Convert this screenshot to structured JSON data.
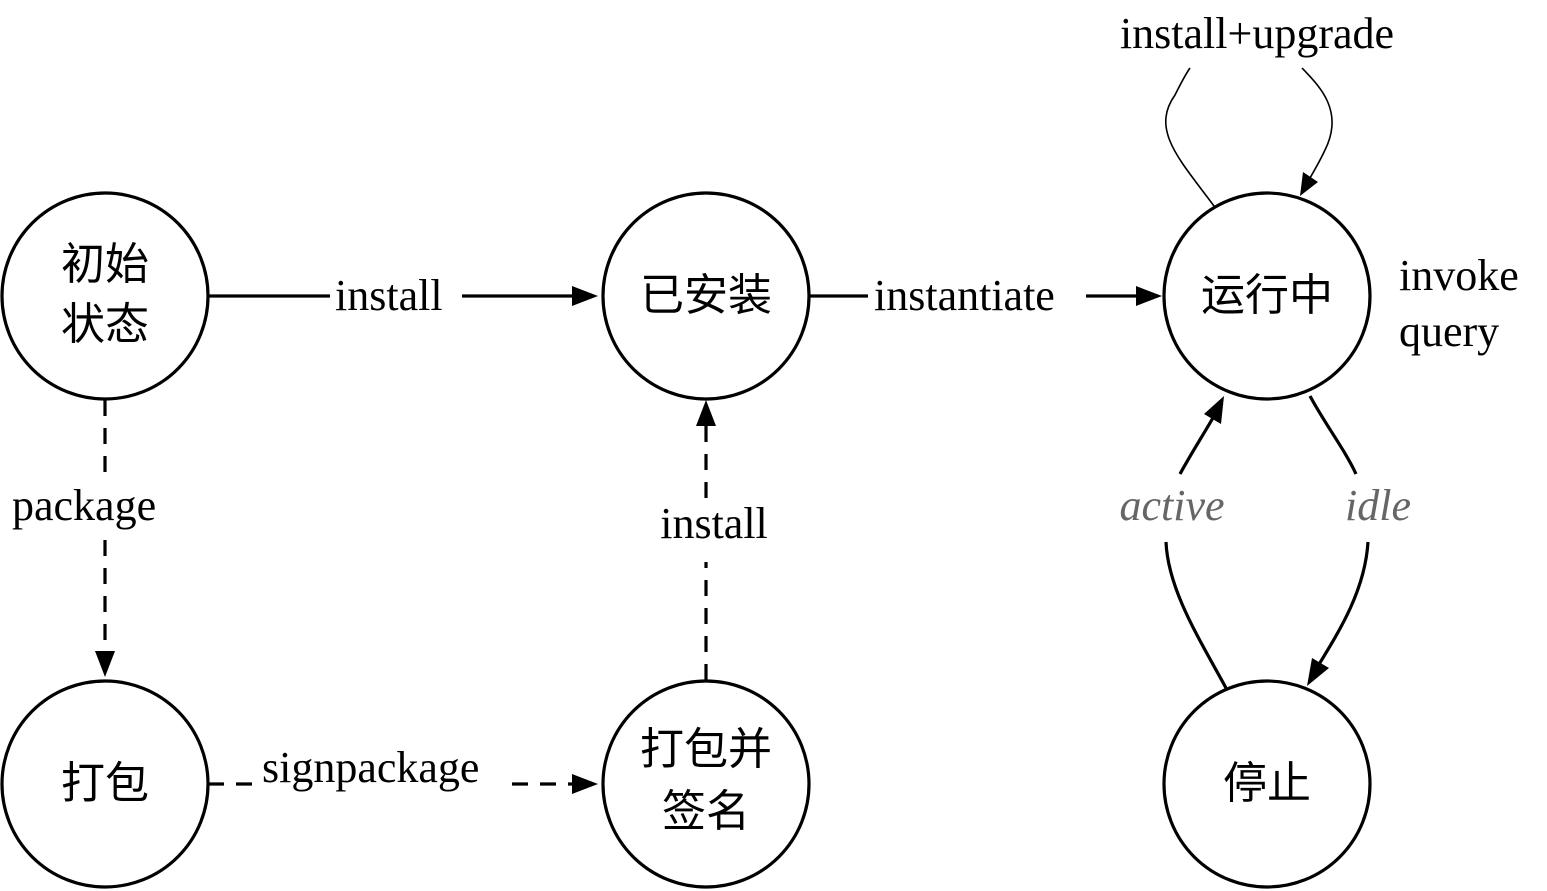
{
  "colors": {
    "line": "#000000",
    "background": "#ffffff",
    "muted_label": "#666666"
  },
  "nodes": {
    "initial": {
      "line1": "初始",
      "line2": "状态"
    },
    "installed": {
      "label": "已安装"
    },
    "running": {
      "label": "运行中"
    },
    "packaged": {
      "label": "打包"
    },
    "signed": {
      "line1": "打包并",
      "line2": "签名"
    },
    "stopped": {
      "label": "停止"
    }
  },
  "edges": {
    "install_top": "install",
    "instantiate": "instantiate",
    "self_loop": "install+upgrade",
    "package": "package",
    "signpackage": "signpackage",
    "install_up": "install",
    "active": "active",
    "idle": "idle"
  },
  "side_labels": {
    "line1": "invoke",
    "line2": "query"
  }
}
